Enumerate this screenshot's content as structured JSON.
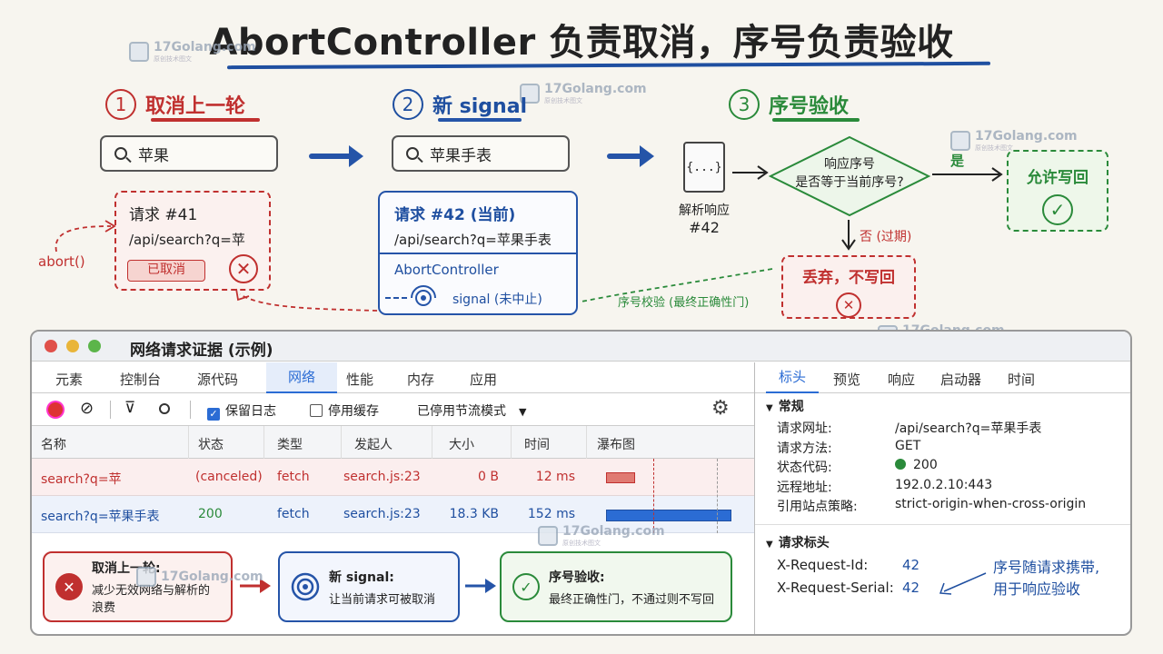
{
  "title": "AbortController 负责取消，序号负责验收",
  "watermark": {
    "text": "17Golang.com",
    "sub": "原创技术图文"
  },
  "steps": [
    {
      "num": "1",
      "label": "取消上一轮"
    },
    {
      "num": "2",
      "label": "新 signal"
    },
    {
      "num": "3",
      "label": "序号验收"
    }
  ],
  "search1": "苹果",
  "search2": "苹果手表",
  "req41": {
    "title": "请求 #41",
    "url": "/api/search?q=苹",
    "badge": "已取消"
  },
  "abort_label": "abort()",
  "req42": {
    "title": "请求 #42 (当前)",
    "url": "/api/search?q=苹果手表",
    "controller": "AbortController",
    "signal": "signal (未中止)"
  },
  "file_icon": "{...}",
  "parse": {
    "line1": "解析响应",
    "line2": "#42"
  },
  "decision": {
    "line1": "响应序号",
    "line2": "是否等于当前序号?"
  },
  "yes_label": "是",
  "no_label": "否 (过期)",
  "allow": "允许写回",
  "discard": "丢弃，不写回",
  "serial_gate": "序号校验 (最终正确性门)",
  "devtools": {
    "window_title": "网络请求证据 (示例)",
    "tabs": [
      "元素",
      "控制台",
      "源代码",
      "网络",
      "性能",
      "内存",
      "应用"
    ],
    "active_tab": "网络",
    "toolbar": {
      "preserve_log": "保留日志",
      "disable_cache": "停用缓存",
      "throttle": "已停用节流模式"
    },
    "columns": [
      "名称",
      "状态",
      "类型",
      "发起人",
      "大小",
      "时间",
      "瀑布图"
    ],
    "rows": [
      {
        "name": "search?q=苹",
        "status": "(canceled)",
        "type": "fetch",
        "initiator": "search.js:23",
        "size": "0 B",
        "time": "12 ms"
      },
      {
        "name": "search?q=苹果手表",
        "status": "200",
        "type": "fetch",
        "initiator": "search.js:23",
        "size": "18.3 KB",
        "time": "152 ms"
      }
    ],
    "detail_tabs": [
      "标头",
      "预览",
      "响应",
      "启动器",
      "时间"
    ],
    "general_title": "常规",
    "general": [
      {
        "k": "请求网址:",
        "v": "/api/search?q=苹果手表"
      },
      {
        "k": "请求方法:",
        "v": "GET"
      },
      {
        "k": "状态代码:",
        "v": "200"
      },
      {
        "k": "远程地址:",
        "v": "192.0.2.10:443"
      },
      {
        "k": "引用站点策略:",
        "v": "strict-origin-when-cross-origin"
      }
    ],
    "req_headers_title": "请求标头",
    "req_headers": [
      {
        "k": "X-Request-Id:",
        "v": "42"
      },
      {
        "k": "X-Request-Serial:",
        "v": "42"
      }
    ],
    "note_line1": "序号随请求携带,",
    "note_line2": "用于响应验收"
  },
  "cards": [
    {
      "title": "取消上一轮:",
      "desc": "减少无效网络与解析的浪费"
    },
    {
      "title": "新 signal:",
      "desc": "让当前请求可被取消"
    },
    {
      "title": "序号验收:",
      "desc": "最终正确性门，不通过则不写回"
    }
  ],
  "colors": {
    "red": "#c0302f",
    "blue": "#2554a8",
    "green": "#2a8a3a"
  }
}
